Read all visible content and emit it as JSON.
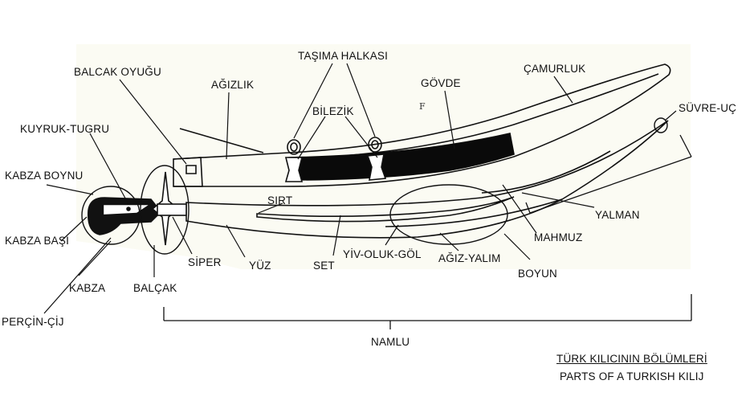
{
  "colors": {
    "line": "#111111",
    "paper": "#fbfbf3",
    "scabbard_band": "#0a0a0a"
  },
  "labels": {
    "tasima_halkasi": "TAŞIMA HALKASI",
    "balcak_oyugu": "BALCAK OYUĞU",
    "agizlik": "AĞIZLIK",
    "govde": "GÖVDE",
    "camurluk": "ÇAMURLUK",
    "bilezik": "BİLEZİK",
    "suvre_uc": "SÜVRE-UÇ",
    "kuyruk_tugru": "KUYRUK-TUGRU",
    "kabza_boynu": "KABZA BOYNU",
    "sirt": "SIRT",
    "yalman": "YALMAN",
    "kabza_basi": "KABZA BAŞI",
    "mahmuz": "MAHMUZ",
    "siper": "SİPER",
    "yuz": "YÜZ",
    "set": "SET",
    "yiv_oluk_gol": "YİV-OLUK-GÖL",
    "agiz_yalim": "AĞIZ-YALIM",
    "boyun": "BOYUN",
    "kabza": "KABZA",
    "balcak": "BALÇAK",
    "percin_cij": "PERÇİN-ÇİJ",
    "namlu": "NAMLU"
  },
  "caption": {
    "line1": "TÜRK KILICININ BÖLÜMLERİ",
    "line2": "PARTS OF A TURKISH KILIJ"
  },
  "stamp": "F"
}
